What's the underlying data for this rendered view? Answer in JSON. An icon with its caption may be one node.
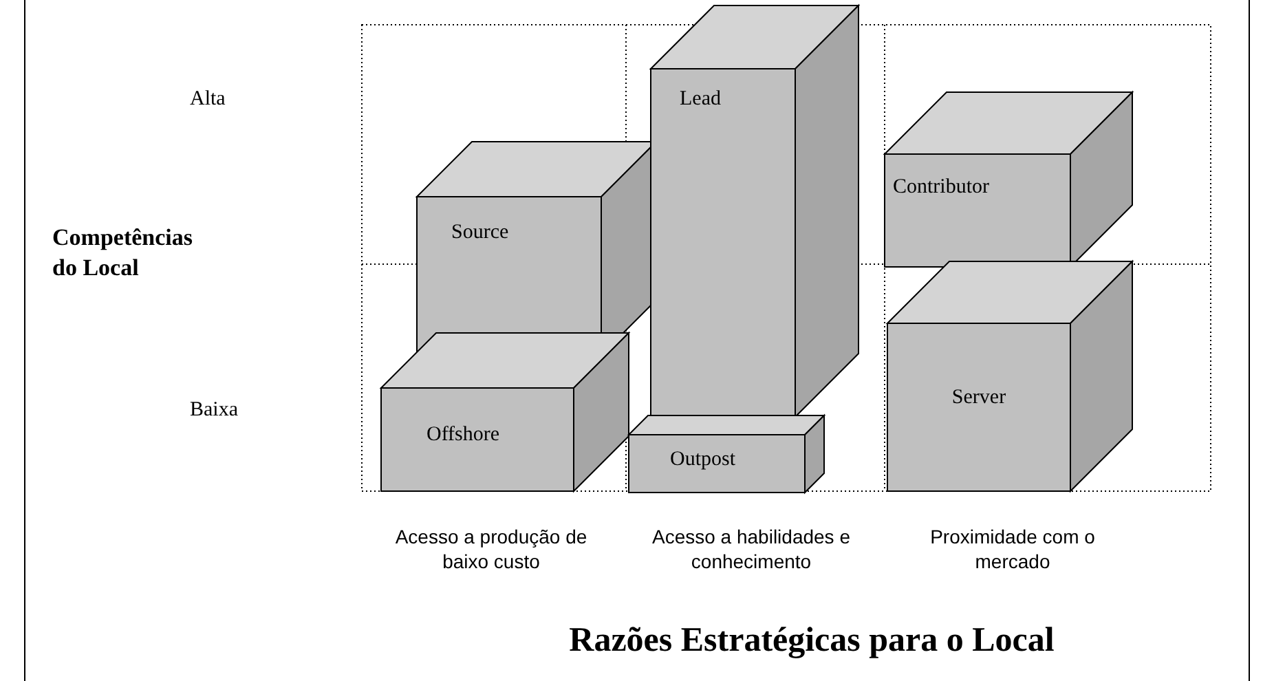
{
  "diagram": {
    "nodes": [
      {
        "text": [
          "Lead"
        ]
      },
      {
        "text": [
          "Contributor"
        ]
      },
      {
        "text": [
          "Source"
        ]
      },
      {
        "text": [
          "Server"
        ]
      },
      {
        "text": [
          "Offshore"
        ]
      },
      {
        "text": [
          "Outpost"
        ]
      }
    ],
    "labels": [
      "Alta",
      "Competências do Local",
      "Baixa",
      "Acesso a produção de baixo custo",
      "Acesso a habilidades e conhecimento",
      "Proximidade com o mercado",
      "Razões Estratégicas para o Local"
    ]
  }
}
